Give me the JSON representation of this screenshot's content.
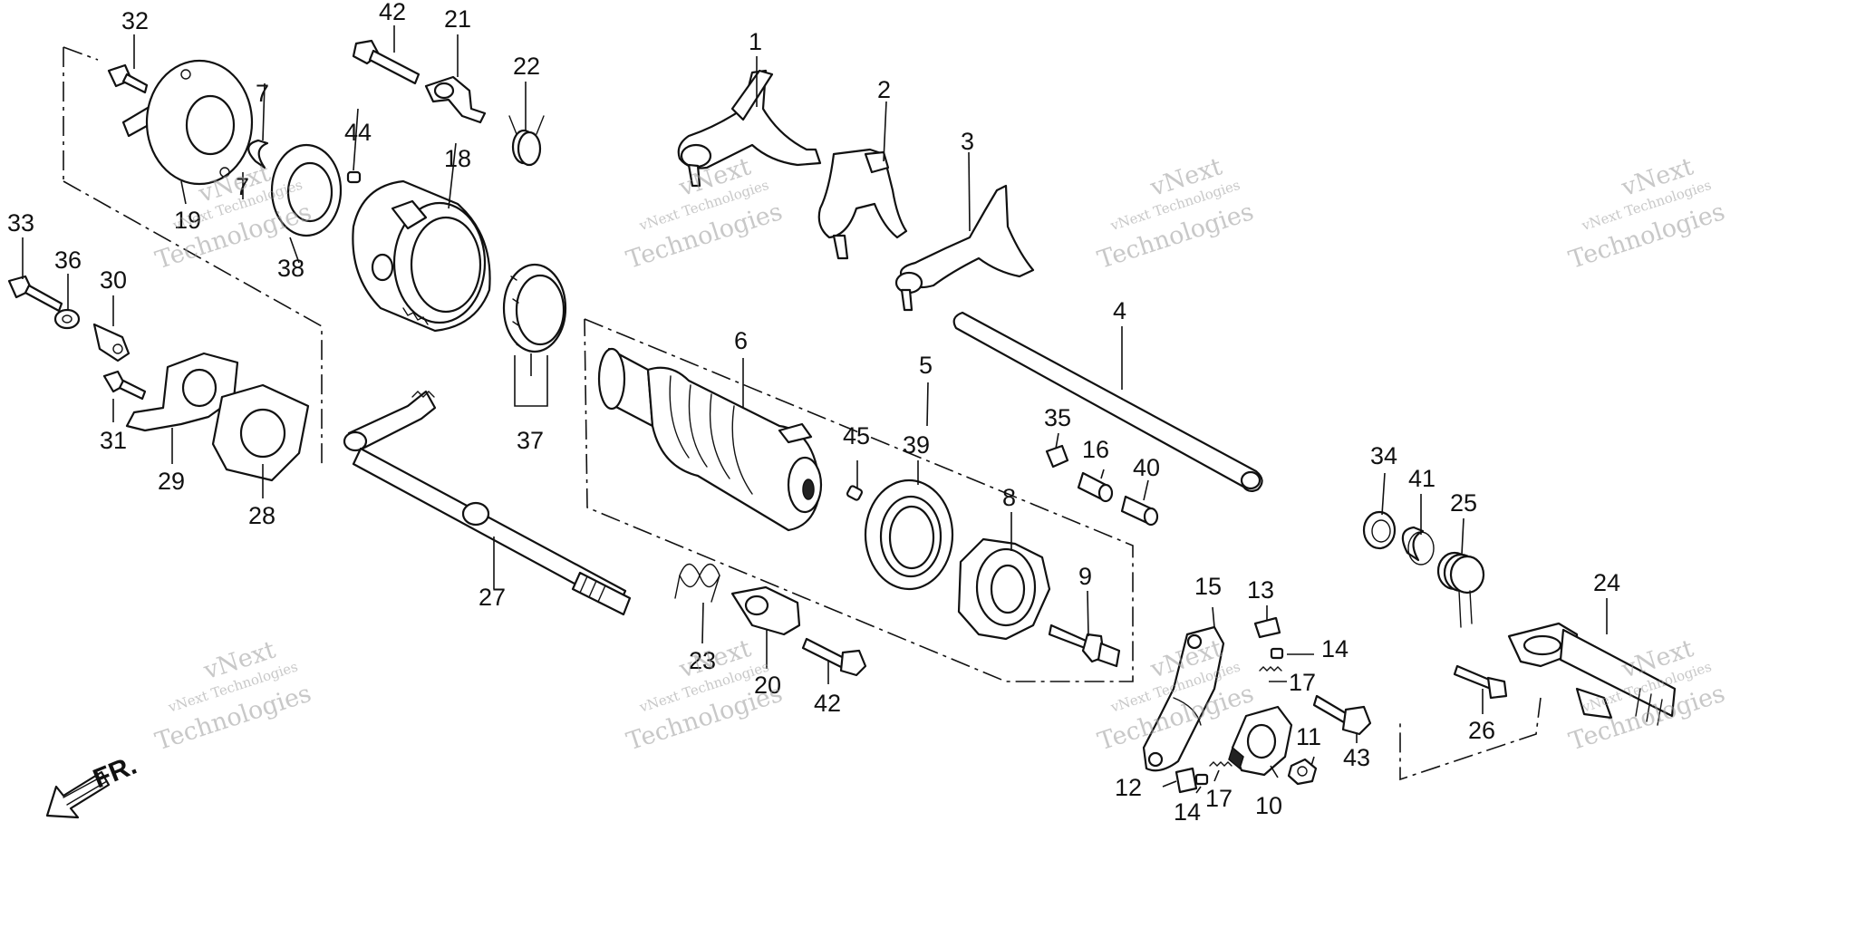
{
  "watermark": {
    "brand_line": "vNext",
    "name_line": "vNext Technologies",
    "big_line": "Technologies"
  },
  "direction_label": "FR.",
  "callouts": [
    "1",
    "2",
    "3",
    "4",
    "5",
    "6",
    "7",
    "8",
    "9",
    "10",
    "11",
    "12",
    "13",
    "14",
    "15",
    "16",
    "17",
    "18",
    "19",
    "20",
    "21",
    "22",
    "23",
    "24",
    "25",
    "26",
    "27",
    "28",
    "29",
    "30",
    "31",
    "32",
    "33",
    "34",
    "35",
    "36",
    "37",
    "38",
    "39",
    "40",
    "41",
    "42",
    "43",
    "44",
    "45"
  ]
}
